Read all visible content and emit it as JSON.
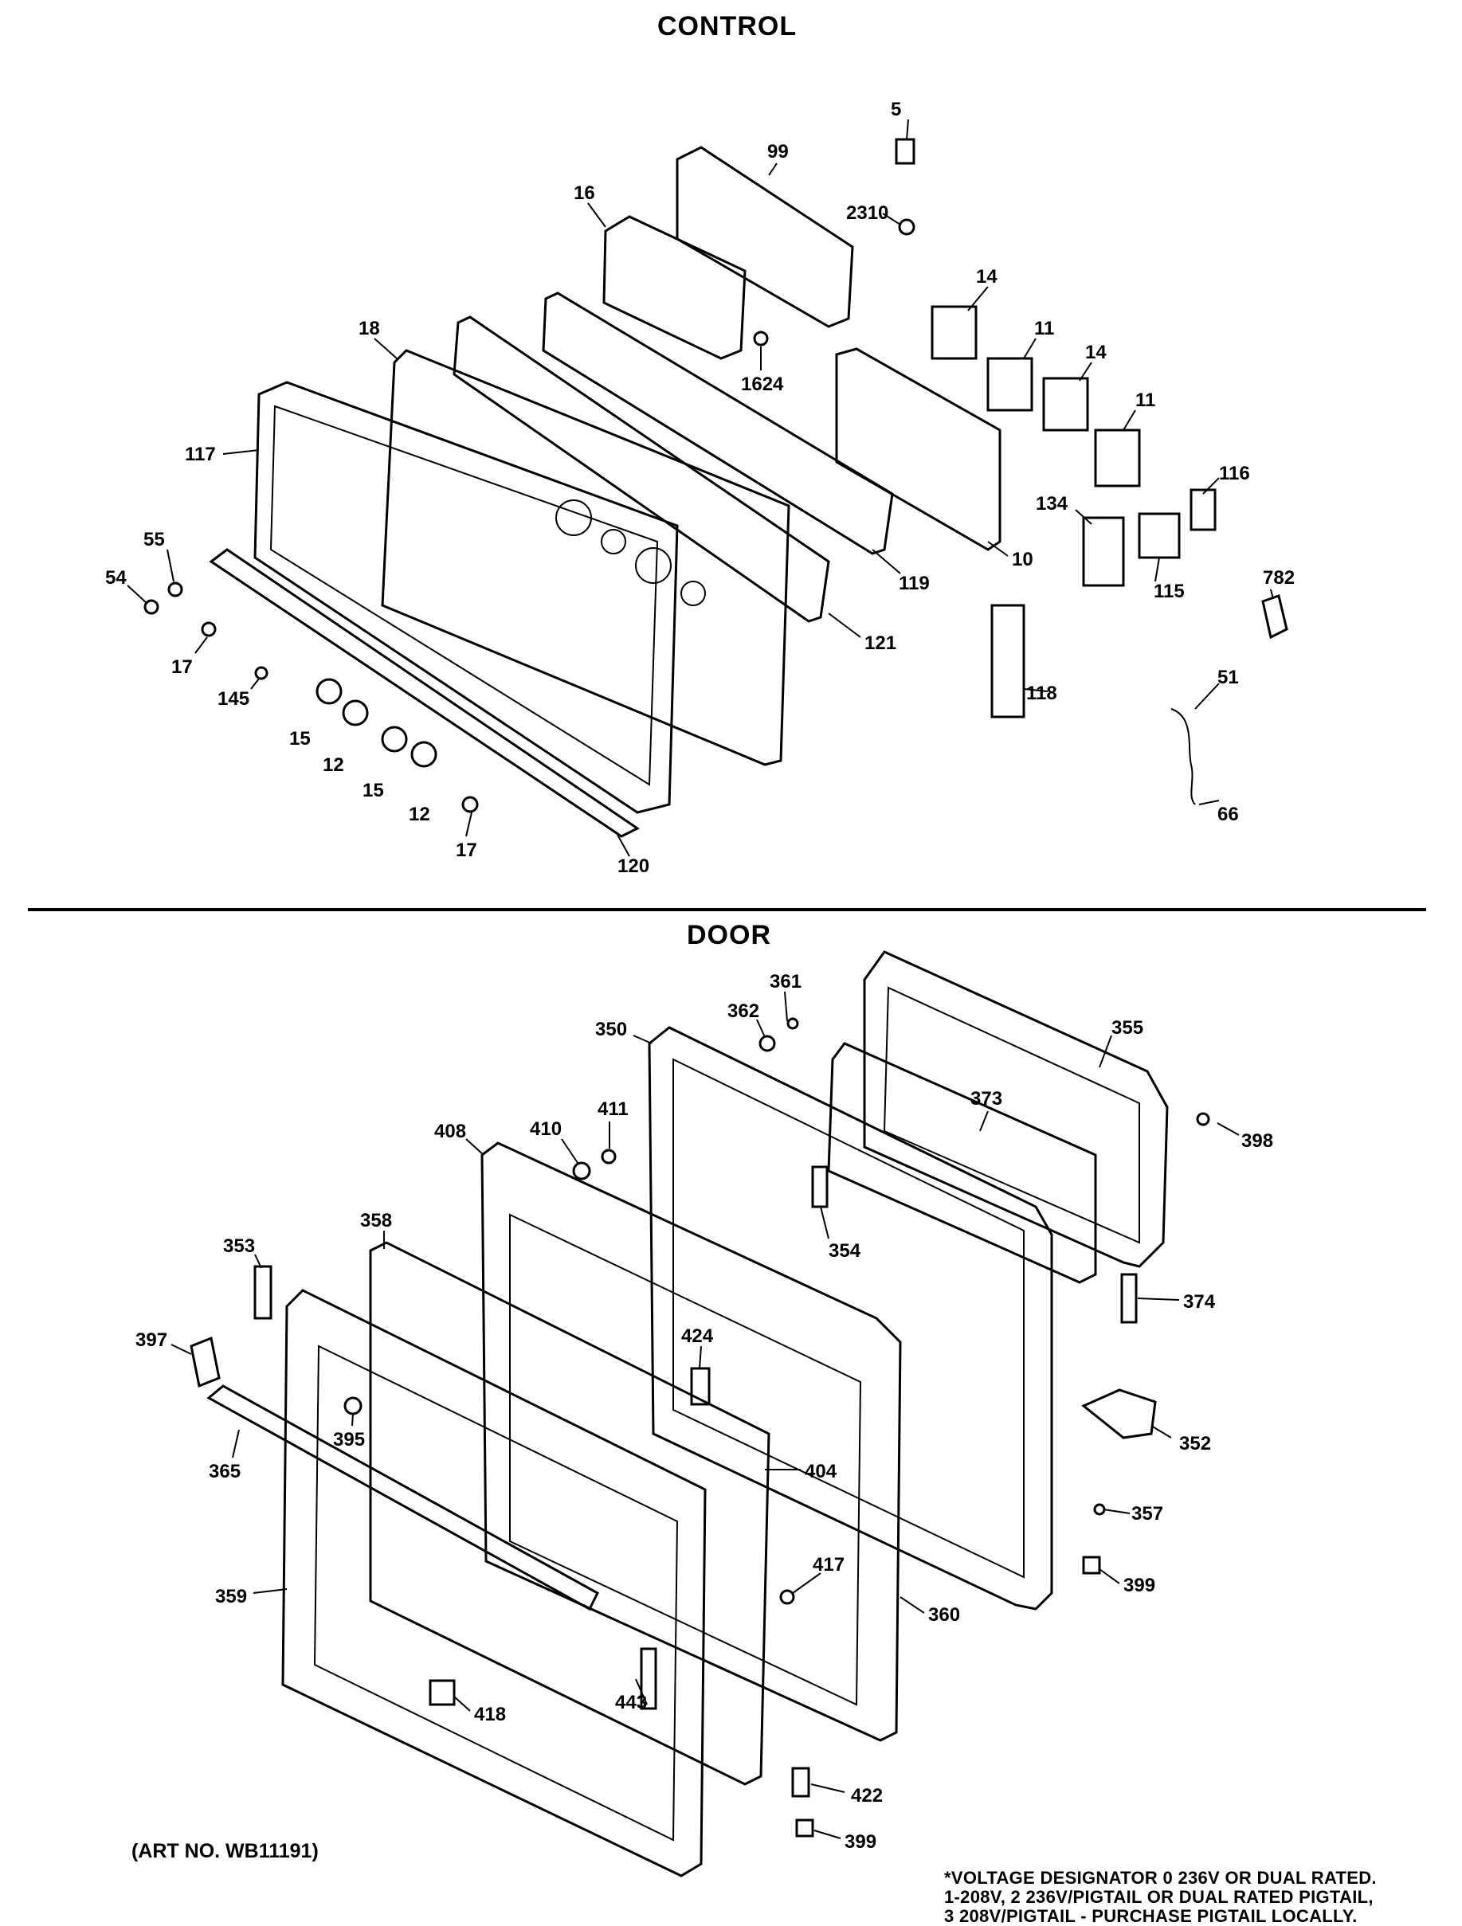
{
  "sections": {
    "control": {
      "title": "CONTROL"
    },
    "door": {
      "title": "DOOR"
    }
  },
  "control_callouts": [
    "5",
    "99",
    "2310",
    "16",
    "14",
    "11",
    "14",
    "11",
    "18",
    "1624",
    "117",
    "116",
    "134",
    "55",
    "54",
    "119",
    "10",
    "115",
    "782",
    "17",
    "121",
    "145",
    "118",
    "51",
    "15",
    "12",
    "15",
    "12",
    "17",
    "66",
    "120"
  ],
  "door_callouts": [
    "361",
    "362",
    "355",
    "350",
    "373",
    "411",
    "398",
    "408",
    "410",
    "358",
    "354",
    "353",
    "397",
    "424",
    "374",
    "395",
    "352",
    "365",
    "404",
    "357",
    "417",
    "399",
    "359",
    "360",
    "443",
    "418",
    "422",
    "399"
  ],
  "footer": {
    "art_no": "(ART NO. WB11191)",
    "voltage_note": [
      "*VOLTAGE DESIGNATOR 0 236V OR DUAL RATED.",
      "1-208V, 2 236V/PIGTAIL OR DUAL RATED PIGTAIL,",
      "3 208V/PIGTAIL - PURCHASE PIGTAIL LOCALLY."
    ]
  }
}
